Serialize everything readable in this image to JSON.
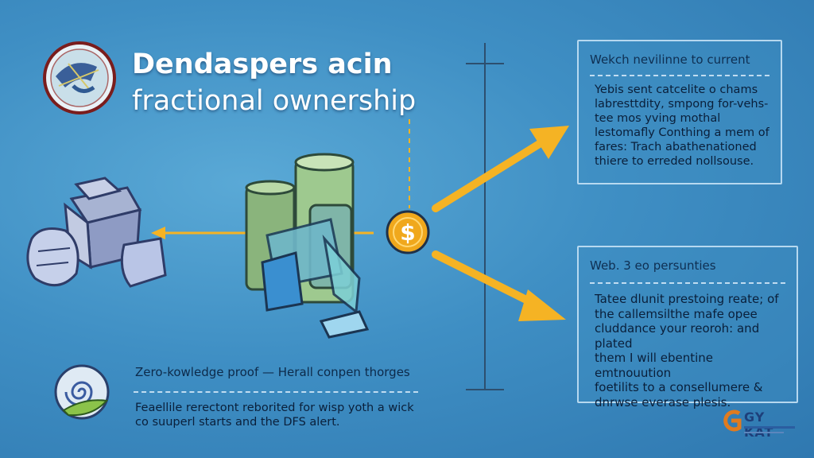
{
  "title": {
    "line1": "Dendaspers acin",
    "line2": "fractional ownership"
  },
  "center_symbol": "$",
  "panel_top": {
    "heading": "Wekch nevilinne to current",
    "lines": [
      "Yebis sent catcelite o chams",
      "labresttdity, smpong for-vehs-",
      "tee mos yving mothal",
      "lestomafly Conthing a mem of",
      "fares: Trach abathenationed",
      "thiere to erreded nollsouse."
    ]
  },
  "panel_bottom": {
    "heading": "Web. 3 eo persunties",
    "lines": [
      "Tatee dlunit prestoing reate; of",
      "the callemsilthe mafe opee",
      "cluddance your reoroh: and plated",
      "them I will ebentine emtnouution",
      "foetilits to a consellumere &",
      "dnrwse everase plesis."
    ]
  },
  "bottom_section": {
    "heading": "Zero-kowledge proof — Herall conpen thorges",
    "lines": [
      "Feaellile rerectont reborited for wisp yoth a wick",
      "co suuperl starts and the DFS alert."
    ]
  },
  "brand": {
    "text": "GY KAT"
  },
  "colors": {
    "background": "#3f8fc4",
    "arrow_accent": "#f5b324",
    "coin": "#f0a81c",
    "panel_border": "#cde6f8",
    "title": "#ffffff"
  }
}
